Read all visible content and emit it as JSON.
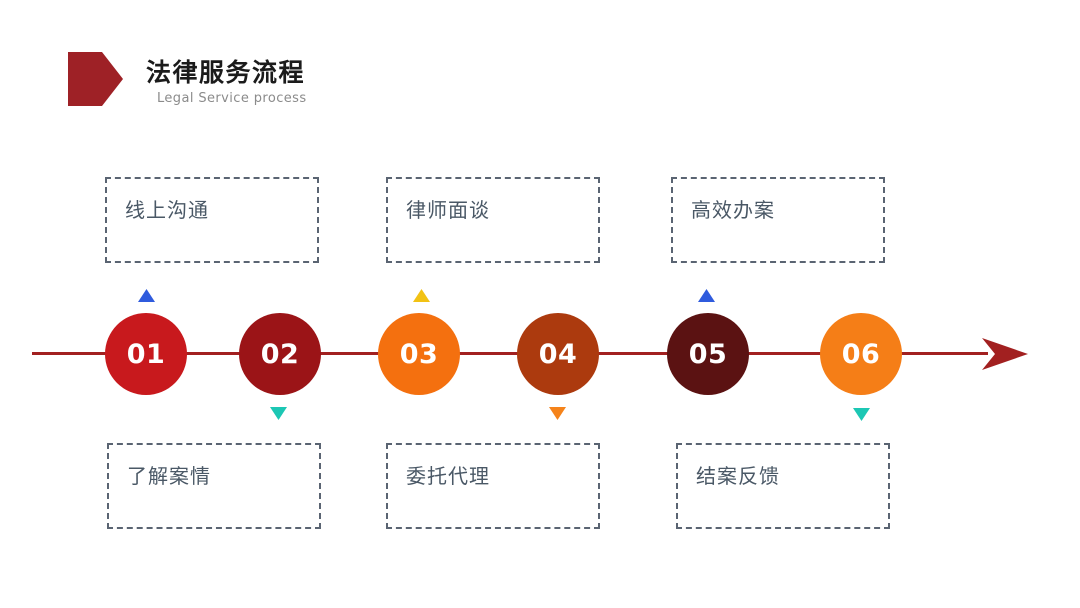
{
  "slide": {
    "title": "法律服务流程",
    "subtitle": "Legal Service process"
  },
  "colors": {
    "logo": "#9e2126",
    "timeline": "#a22020",
    "box_border": "#5a6472",
    "box_label": "#4a5866",
    "title_text": "#1b1b1b",
    "subtitle_text": "#8b8b8b",
    "circle_number_text": "#ffffff"
  },
  "steps": [
    {
      "number": "01",
      "label": "线上沟通",
      "label_position": "top",
      "circle_color": "#c8191d",
      "marker_color": "#2f5bdd",
      "marker_direction": "up"
    },
    {
      "number": "02",
      "label": "了解案情",
      "label_position": "bottom",
      "circle_color": "#9b1417",
      "marker_color": "#1cc7b4",
      "marker_direction": "down"
    },
    {
      "number": "03",
      "label": "律师面谈",
      "label_position": "top",
      "circle_color": "#f4700f",
      "marker_color": "#f2c214",
      "marker_direction": "up"
    },
    {
      "number": "04",
      "label": "委托代理",
      "label_position": "bottom",
      "circle_color": "#ac3a0e",
      "marker_color": "#f5831a",
      "marker_direction": "down"
    },
    {
      "number": "05",
      "label": "高效办案",
      "label_position": "top",
      "circle_color": "#5b1212",
      "marker_color": "#2f5bdd",
      "marker_direction": "up"
    },
    {
      "number": "06",
      "label": "结案反馈",
      "label_position": "bottom",
      "circle_color": "#f57e17",
      "marker_color": "#1cc7b4",
      "marker_direction": "down"
    }
  ]
}
